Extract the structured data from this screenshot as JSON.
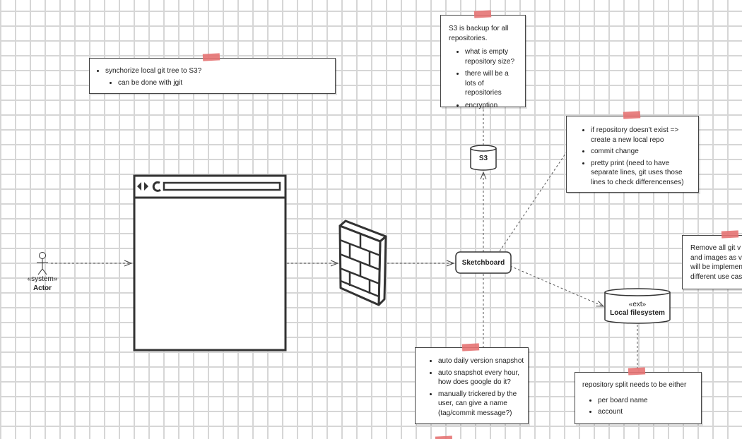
{
  "actor": {
    "stereotype": "«system»",
    "name": "Actor"
  },
  "sketchboard": {
    "label": "Sketchboard"
  },
  "s3": {
    "label": "S3"
  },
  "local_fs": {
    "stereotype": "«ext»",
    "label": "Local filesystem"
  },
  "notes": {
    "sync": {
      "item": "synchorize local git tree to S3?",
      "subitem": "can be done with jgit"
    },
    "s3_backup": {
      "text": "S3 is backup for all repositories.",
      "items": [
        "what is empty repository size?",
        "there will be a lots of repositories",
        "encryption"
      ]
    },
    "repo_create": {
      "items": [
        "if repository doesn't exist => create a new local repo",
        "commit change",
        "pretty print (need to have separate lines, git uses those lines to check differencenses)"
      ]
    },
    "remove": {
      "text": "Remove all git v and images as v will be implemen different use cas"
    },
    "snapshot": {
      "items": [
        "auto daily version snapshot",
        "auto snapshot every hour, how does google do it?",
        "manually trickered by the user, can give a name (tag/commit message?)"
      ]
    },
    "split": {
      "text": "repository split needs to be either",
      "items": [
        "per board name",
        "account"
      ]
    }
  },
  "colors": {
    "tape": "#e57373",
    "grid": "#d6d6d6",
    "line": "#444444"
  }
}
